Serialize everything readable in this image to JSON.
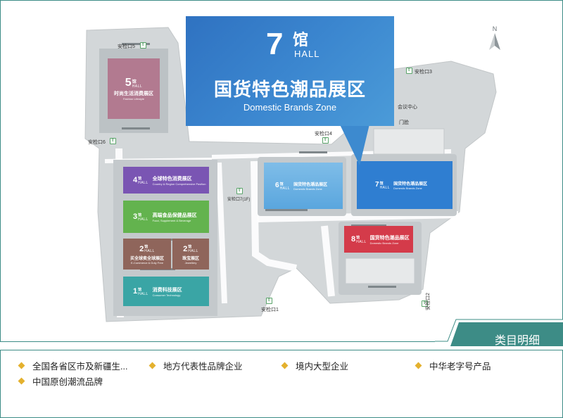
{
  "callout": {
    "hall_number": "7",
    "hall_suffix": "馆",
    "hall_word": "HALL",
    "zone_cn": "国货特色潮品展区",
    "zone_en": "Domestic Brands Zone"
  },
  "compass": {
    "letter": "N"
  },
  "halls": [
    {
      "id": "hall-5",
      "number": "5",
      "suffix": "馆",
      "hall_word": "HALL",
      "cn": "时尚生活消费展区",
      "en": "Fashion Lifestyle",
      "color": "#b27a90"
    },
    {
      "id": "hall-4",
      "number": "4",
      "suffix": "馆",
      "hall_word": "HALL",
      "cn": "全球特色消费展区",
      "en": "Country & Region Comprehensive Pavilion",
      "color": "#7a55b3"
    },
    {
      "id": "hall-3",
      "number": "3",
      "suffix": "馆",
      "hall_word": "HALL",
      "cn": "高端食品保健品展区",
      "en": "Food, Supplement & Beverage",
      "color": "#63b34e"
    },
    {
      "id": "hall-2a",
      "number": "2",
      "suffix": "馆",
      "hall_word": "HALL",
      "cn": "买全球卖全球展区",
      "en": "E-Commerce & Duty Free",
      "color": "#8f655b"
    },
    {
      "id": "hall-2b",
      "number": "2",
      "suffix": "馆",
      "hall_word": "HALL",
      "cn": "珠宝展区",
      "en": "Jewellery",
      "color": "#8f655b"
    },
    {
      "id": "hall-1",
      "number": "1",
      "suffix": "馆",
      "hall_word": "HALL",
      "cn": "消费科技展区",
      "en": "Consumer Technology",
      "color": "#3aa5a5"
    },
    {
      "id": "hall-6",
      "number": "6",
      "suffix": "馆",
      "hall_word": "HALL",
      "cn": "国货特色潮品展区",
      "en": "Domestic Brands Zone",
      "color": "#6ab0e3"
    },
    {
      "id": "hall-7",
      "number": "7",
      "suffix": "馆",
      "hall_word": "HALL",
      "cn": "国货特色潮品展区",
      "en": "Domestic Brands Zone",
      "color": "#2f7ed1"
    },
    {
      "id": "hall-8",
      "number": "8",
      "suffix": "馆",
      "hall_word": "HALL",
      "cn": "国货特色潮品展区",
      "en": "Domestic Brands Zone",
      "color": "#d43b4a"
    }
  ],
  "labels": {
    "checkpoint_5": "安检口5",
    "checkpoint_6": "安检口6",
    "checkpoint_4": "安检口4",
    "checkpoint_3": "安检口3",
    "checkpoint_7": "安检口7(1F)",
    "checkpoint_1": "安检口1",
    "checkpoint_2": "安检口2",
    "conference_center": "会议中心",
    "gate": "门脸"
  },
  "legend": {
    "title": "类目明细",
    "items": [
      "全国各省区市及新疆生...",
      "地方代表性品牌企业",
      "境内大型企业",
      "中华老字号产品",
      "中国原创潮流品牌"
    ],
    "bullet_color": "#e4b12e",
    "accent_color": "#3d8c86"
  }
}
